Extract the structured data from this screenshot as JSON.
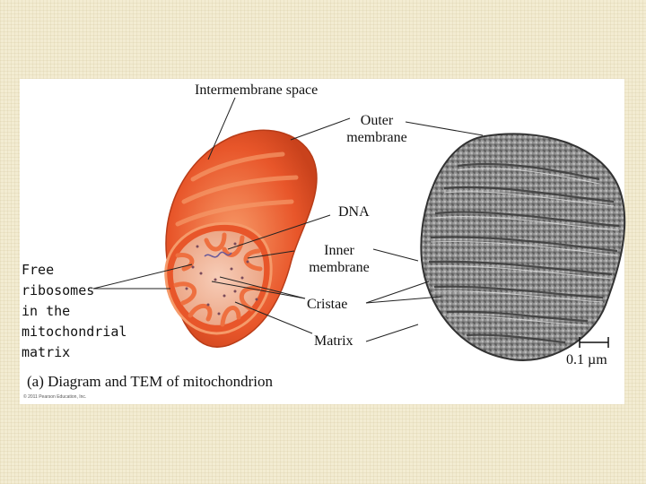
{
  "labels": {
    "intermembrane_space": "Intermembrane space",
    "outer_membrane_line1": "Outer",
    "outer_membrane_line2": "membrane",
    "dna": "DNA",
    "inner_membrane_line1": "Inner",
    "inner_membrane_line2": "membrane",
    "cristae": "Cristae",
    "matrix": "Matrix",
    "free_ribosomes_line1": "Free",
    "free_ribosomes_line2": "ribosomes",
    "free_ribosomes_line3": "in the",
    "free_ribosomes_line4": "mitochondrial",
    "free_ribosomes_line5": "matrix"
  },
  "caption": "(a) Diagram and TEM of mitochondrion",
  "scale_bar_label": "0.1 µm",
  "copyright": "© 2011 Pearson Education, Inc.",
  "colors": {
    "outer_membrane": "#e8562a",
    "outer_highlight": "#f59a6a",
    "matrix": "#f1b59a",
    "cristae": "#ee7040",
    "tem_gray": "#8a8a8a",
    "leader_line": "#222222",
    "slide_background": "#ffffff",
    "page_background": "#f3ecd2"
  }
}
